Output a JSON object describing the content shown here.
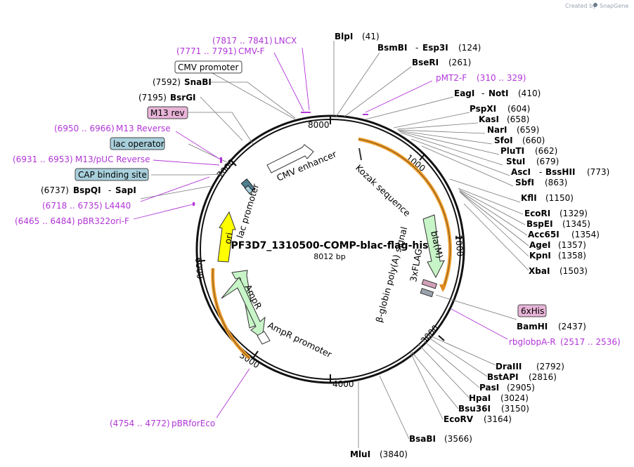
{
  "watermark": {
    "prefix": "Created by",
    "brand": "SnapGene"
  },
  "plasmid": {
    "name": "PF3D7_1310500-COMP-blac-flag-his",
    "size": "8012 bp"
  },
  "ticks": [
    "1000",
    "2000",
    "3000",
    "4000",
    "5000",
    "6000",
    "7000",
    "8000"
  ],
  "features": {
    "cmv_enhancer": "CMV enhancer",
    "kozak": "Kozak sequence",
    "blam": "bla(M)",
    "flag": "3xFLAG",
    "polya": "β-globin poly(A) signal",
    "ampr_promoter": "AmpR promoter",
    "ampr": "AmpR",
    "ori": "ori",
    "lac_promoter": "lac promoter"
  },
  "sites_right": [
    {
      "name": "BlpI",
      "pos": "(41)"
    },
    {
      "name": "BsmBI",
      "extra": "Esp3I",
      "pos": "(124)"
    },
    {
      "name": "BseRI",
      "pos": "(261)"
    },
    {
      "name": "EagI",
      "extra": "NotI",
      "pos": "(410)"
    },
    {
      "name": "PspXI",
      "pos": "(604)"
    },
    {
      "name": "KasI",
      "pos": "(658)"
    },
    {
      "name": "NarI",
      "pos": "(659)"
    },
    {
      "name": "SfoI",
      "pos": "(660)"
    },
    {
      "name": "PluTI",
      "pos": "(662)"
    },
    {
      "name": "StuI",
      "pos": "(679)"
    },
    {
      "name": "AscI",
      "extra": "BssHII",
      "pos": "(773)"
    },
    {
      "name": "SbfI",
      "pos": "(863)"
    },
    {
      "name": "KflI",
      "pos": "(1150)"
    },
    {
      "name": "EcoRI",
      "pos": "(1329)"
    },
    {
      "name": "BspEI",
      "pos": "(1345)"
    },
    {
      "name": "Acc65I",
      "pos": "(1354)"
    },
    {
      "name": "AgeI",
      "pos": "(1357)"
    },
    {
      "name": "KpnI",
      "pos": "(1358)"
    },
    {
      "name": "XbaI",
      "pos": "(1503)"
    },
    {
      "name": "BamHI",
      "pos": "(2437)"
    },
    {
      "name": "DraIII",
      "pos": "(2792)"
    },
    {
      "name": "BstAPI",
      "pos": "(2816)"
    },
    {
      "name": "PasI",
      "pos": "(2905)"
    },
    {
      "name": "HpaI",
      "pos": "(3024)"
    },
    {
      "name": "Bsu36I",
      "pos": "(3150)"
    },
    {
      "name": "EcoRV",
      "pos": "(3164)"
    },
    {
      "name": "BsaBI",
      "pos": "(3566)"
    },
    {
      "name": "MluI",
      "pos": "(3840)"
    }
  ],
  "sites_left": [
    {
      "name": "SnaBI",
      "pos": "(7592)"
    },
    {
      "name": "BsrGI",
      "pos": "(7195)"
    },
    {
      "name": "BspQI",
      "extra": "SapI",
      "pos": "(6737)"
    }
  ],
  "primers": [
    {
      "name": "LNCX",
      "range": "(7817 .. 7841)"
    },
    {
      "name": "CMV-F",
      "range": "(7771 .. 7791)"
    },
    {
      "name": "pMT2-F",
      "range": "(310 .. 329)"
    },
    {
      "name": "M13 Reverse",
      "range": "(6950 .. 6966)"
    },
    {
      "name": "M13/pUC Reverse",
      "range": "(6931 .. 6953)"
    },
    {
      "name": "L4440",
      "range": "(6718 .. 6735)"
    },
    {
      "name": "pBR322ori-F",
      "range": "(6465 .. 6484)"
    },
    {
      "name": "rbglobpA-R",
      "range": "(2517 .. 2536)"
    },
    {
      "name": "pBRforEco",
      "range": "(4754 .. 4772)"
    }
  ],
  "boxed_labels": {
    "cmv_promoter": "CMV promoter",
    "m13_rev": "M13 rev",
    "lac_operator": "lac operator",
    "cap_site": "CAP binding site",
    "his": "6xHis"
  },
  "colors": {
    "primer": "#b235d8",
    "orange": "#f0a030",
    "ampr_green": "#c8f5c8",
    "ori_yellow": "#ffff00",
    "boxed_pink": "#e8b4d8",
    "boxed_blue": "#a8d0dc"
  }
}
